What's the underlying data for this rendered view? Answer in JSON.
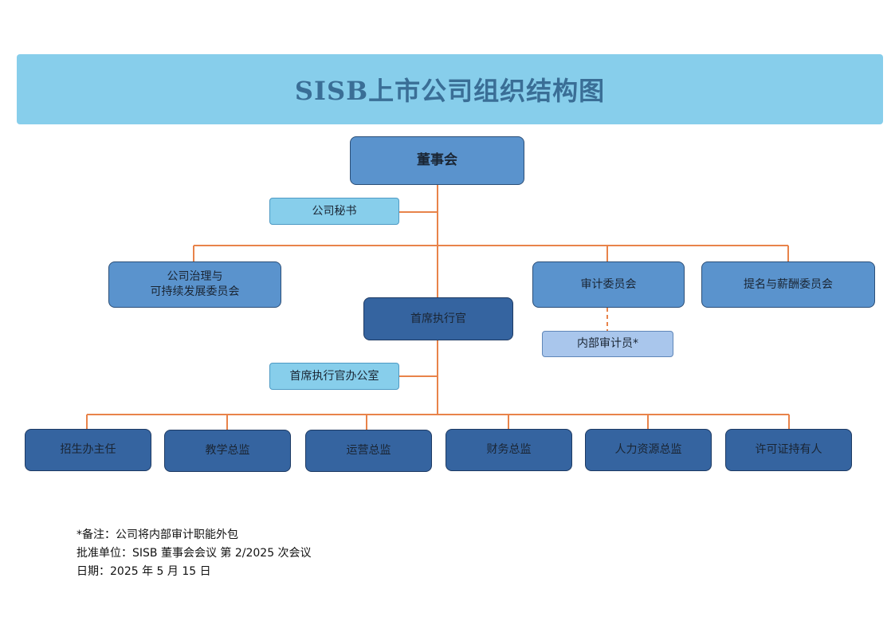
{
  "title": "SISB上市公司组织结构图",
  "nodes": {
    "board": "董事会",
    "company_secretary": "公司秘书",
    "governance_committee": "公司治理与\n可持续发展委员会",
    "ceo": "首席执行官",
    "audit_committee": "审计委员会",
    "nomination_committee": "提名与薪酬委员会",
    "internal_auditor": "内部审计员*",
    "ceo_office": "首席执行官办公室",
    "departments": [
      "招生办主任",
      "教学总监",
      "运营总监",
      "财务总监",
      "人力资源总监",
      "许可证持有人"
    ]
  },
  "notes": {
    "line1": "*备注：公司将内部审计职能外包",
    "line2": "批准单位：SISB 董事会会议 第 2/2025 次会议",
    "line3": "日期：2025 年 5 月 15 日"
  },
  "colors": {
    "connector": "#e8834a",
    "banner": "#87ceeb",
    "box_mid": "#5a93cd",
    "box_dark": "#3564a0",
    "box_light": "#87ceeb",
    "box_pale": "#a9c6ec"
  }
}
